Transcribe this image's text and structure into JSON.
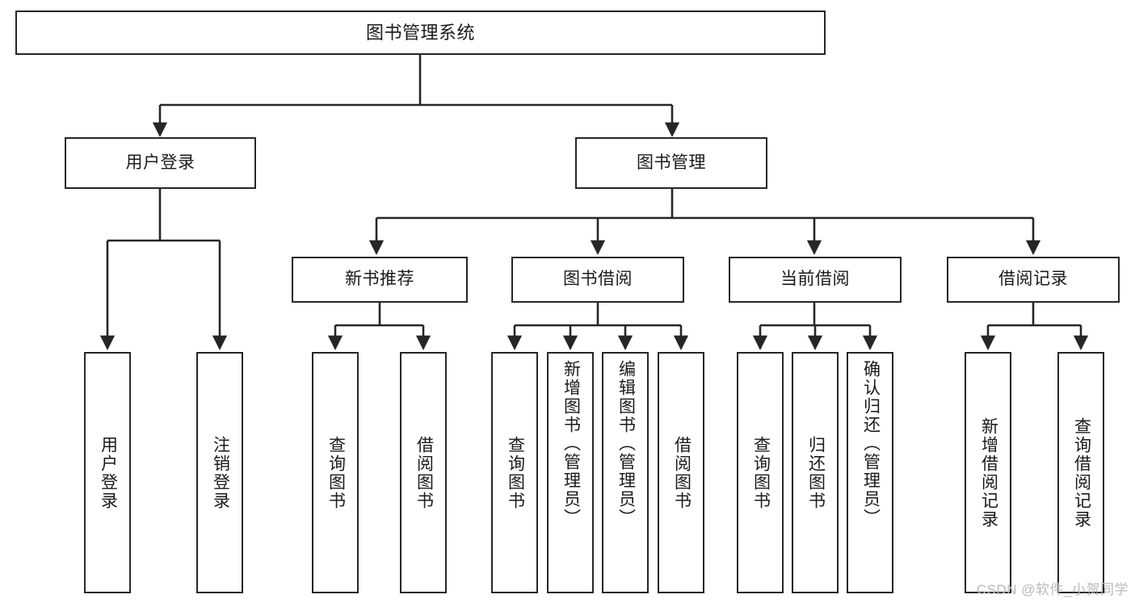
{
  "diagram": {
    "title": "图书管理系统",
    "type": "tree-hierarchy",
    "watermark": "CSDN @软件_小贺同学",
    "colors": {
      "stroke": "#262626",
      "box_fill": "#ffffff",
      "text": "#1a1a1a",
      "background": "#ffffff",
      "watermark": "#b9b9b9"
    },
    "nodes": {
      "root": {
        "label": "图书管理系统"
      },
      "level2": [
        {
          "id": "user-login",
          "label": "用户登录"
        },
        {
          "id": "book-manage",
          "label": "图书管理"
        }
      ],
      "level3": [
        {
          "id": "new-book-recommend",
          "label": "新书推荐"
        },
        {
          "id": "book-borrow",
          "label": "图书借阅"
        },
        {
          "id": "current-borrow",
          "label": "当前借阅"
        },
        {
          "id": "borrow-record",
          "label": "借阅记录"
        }
      ],
      "leaves": [
        {
          "id": "leaf-user-login",
          "label": "用户登录",
          "parent": "user-login"
        },
        {
          "id": "leaf-logout",
          "label": "注销登录",
          "parent": "user-login"
        },
        {
          "id": "leaf-query-book-1",
          "label": "查询图书",
          "parent": "new-book-recommend"
        },
        {
          "id": "leaf-borrow-book-1",
          "label": "借阅图书",
          "parent": "new-book-recommend"
        },
        {
          "id": "leaf-query-book-2",
          "label": "查询图书",
          "parent": "book-borrow"
        },
        {
          "id": "leaf-add-book",
          "label": "新增图书（管理员）",
          "parent": "book-borrow"
        },
        {
          "id": "leaf-edit-book",
          "label": "编辑图书（管理员）",
          "parent": "book-borrow"
        },
        {
          "id": "leaf-borrow-book-2",
          "label": "借阅图书",
          "parent": "book-borrow"
        },
        {
          "id": "leaf-query-book-3",
          "label": "查询图书",
          "parent": "current-borrow"
        },
        {
          "id": "leaf-return-book",
          "label": "归还图书",
          "parent": "current-borrow"
        },
        {
          "id": "leaf-confirm-return",
          "label": "确认归还（管理员）",
          "parent": "current-borrow"
        },
        {
          "id": "leaf-add-record",
          "label": "新增借阅记录",
          "parent": "borrow-record"
        },
        {
          "id": "leaf-query-record",
          "label": "查询借阅记录",
          "parent": "borrow-record"
        }
      ]
    }
  }
}
